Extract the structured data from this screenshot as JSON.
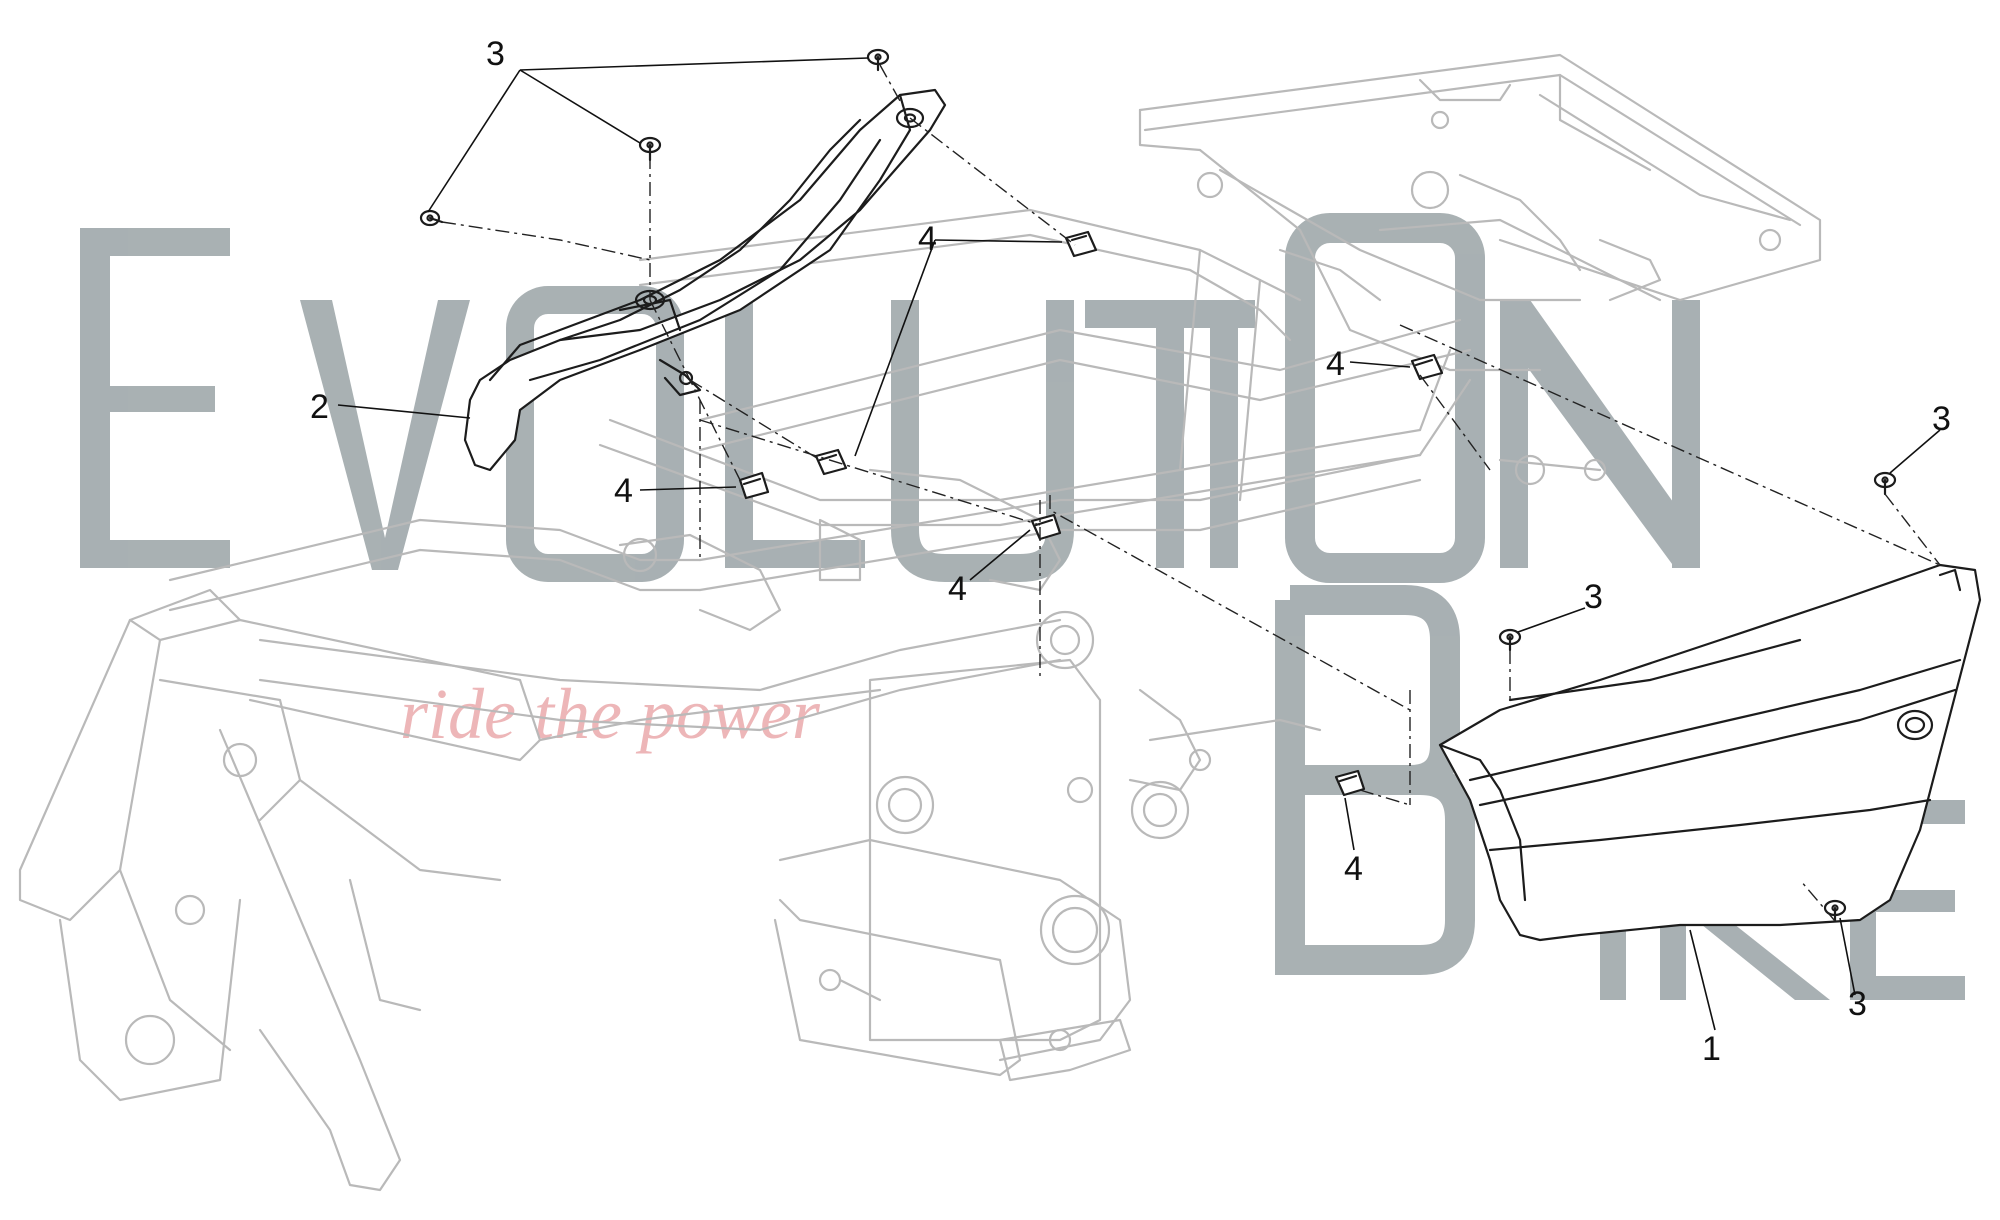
{
  "watermark": {
    "line1": "EvOLUTION",
    "line2": "BIKE",
    "tagline": "ride the power",
    "letter_color": "#9aa3a6",
    "tagline_color": "#e8a0a2"
  },
  "callouts": [
    {
      "id": "c1",
      "text": "3"
    },
    {
      "id": "c2",
      "text": "2"
    },
    {
      "id": "c3",
      "text": "4"
    },
    {
      "id": "c4",
      "text": "4"
    },
    {
      "id": "c5",
      "text": "4"
    },
    {
      "id": "c6",
      "text": "4"
    },
    {
      "id": "c7",
      "text": "3"
    },
    {
      "id": "c8",
      "text": "3"
    },
    {
      "id": "c9",
      "text": "4"
    },
    {
      "id": "c10",
      "text": "1"
    },
    {
      "id": "c11",
      "text": "3"
    }
  ],
  "colors": {
    "frame_line": "#b9b9b9",
    "part_line": "#1c1c1c"
  }
}
